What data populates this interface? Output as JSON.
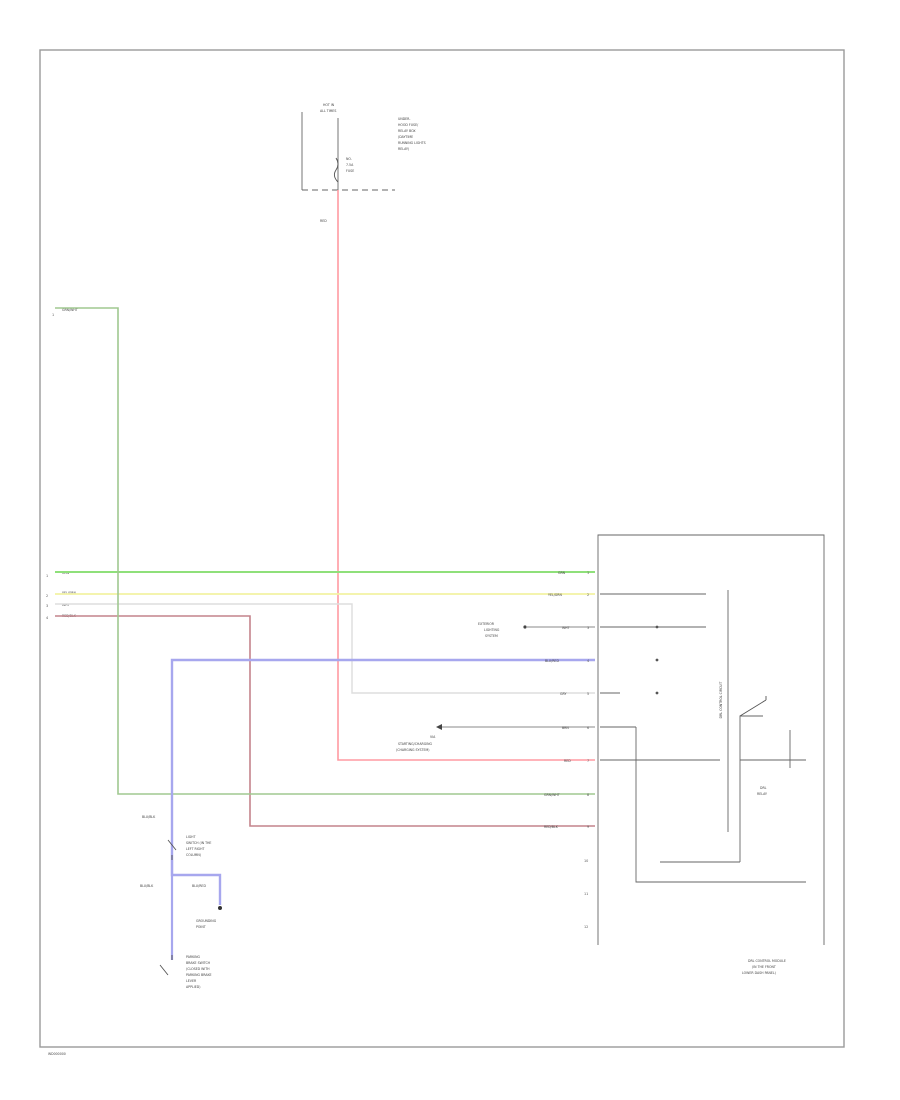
{
  "diagram": {
    "footer_code": "WD000000",
    "fuse_box": {
      "header": [
        "HOT IN",
        "ALL TIMES"
      ],
      "note": [
        "UNDER-",
        "HOOD FUSE/",
        "RELAY BOX",
        "(DAYTIME",
        "RUNNING LIGHTS",
        "RELAY)"
      ],
      "fuse_label": [
        "NO.",
        "7.5A",
        "FUSE"
      ],
      "wire_label": "RED"
    },
    "left_connectors": {
      "top_wire": "GRN/WHT",
      "rows": [
        "GRN",
        "YEL/GRN",
        "WHT",
        "RED/BLK"
      ],
      "pin_marks": [
        "1",
        "2",
        "3",
        "4"
      ]
    },
    "module": {
      "title": [
        "DRL CONTROL MODULE",
        "(IN THE FRONT",
        "LOWER DASH PANEL)"
      ],
      "internal_label": "DRL CONTROL CIRCUIT",
      "relay_label": [
        "DRL",
        "RELAY"
      ],
      "pins": [
        {
          "wire": "GRN",
          "pin": "1"
        },
        {
          "wire": "YEL/GRN",
          "pin": "2"
        },
        {
          "wire": "WHT",
          "pin": "3"
        },
        {
          "wire": "BLU/RED",
          "pin": "4"
        },
        {
          "wire": "GRY",
          "pin": "5"
        },
        {
          "wire": "BRN",
          "pin": "6"
        },
        {
          "wire": "RED",
          "pin": "7"
        },
        {
          "wire": "GRN/WHT",
          "pin": "8"
        },
        {
          "wire": "RED/BLK",
          "pin": "9"
        },
        {
          "wire": "",
          "pin": "10"
        },
        {
          "wire": "",
          "pin": "11"
        },
        {
          "wire": "",
          "pin": "12"
        }
      ]
    },
    "side_labels": {
      "exterior_lighting": [
        "EXTERIOR",
        "LIGHTING",
        "SYSTEM"
      ],
      "starting": [
        "VIA",
        "STARTING/CHARGING",
        "(CHARGING SYSTEM)"
      ]
    },
    "bottom_left": {
      "ground_wire_top": "BLU/BLK",
      "ground_wire_bottom": "BLU/BLK",
      "switch_note": [
        "LIGHT",
        "SWITCH (IN THE",
        "LEFT RIGHT",
        "COLUMN)"
      ],
      "ground_note": [
        "GROUNDING",
        "POINT"
      ],
      "parking_brake": [
        "PARKING",
        "BRAKE SWITCH",
        "(CLOSED WITH",
        "PARKING BRAKE",
        "LEVER",
        "APPLIED)"
      ]
    }
  }
}
